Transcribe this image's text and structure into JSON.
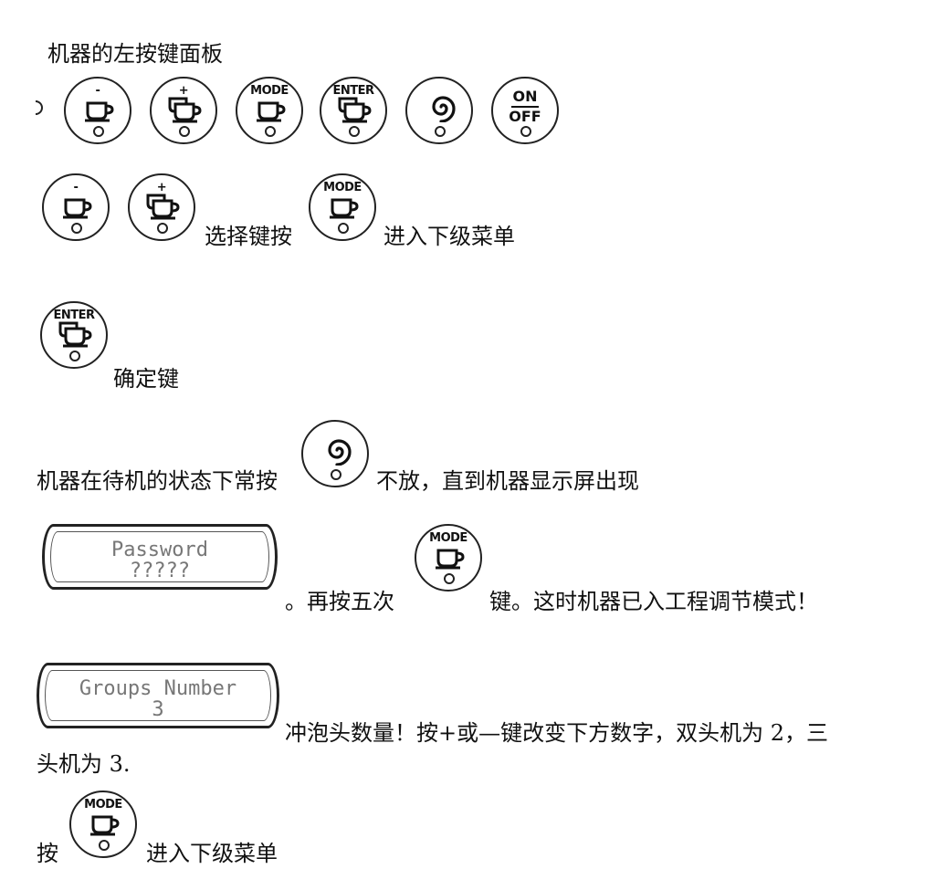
{
  "panel_title": "机器的左按键面板",
  "buttons": {
    "minus": "-",
    "plus": "+",
    "mode": "MODE",
    "enter": "ENTER",
    "on": "ON",
    "off": "OFF"
  },
  "lines": {
    "select_prefix": "选择键按",
    "enter_submenu": "进入下级菜单",
    "confirm": "确定键",
    "standby_prefix": "机器在待机的状态下常按",
    "standby_suffix": "不放，直到机器显示屏出现",
    "password_after": "。再按五次",
    "mode_after": "键。这时机器已入工程调节模式！",
    "groups_desc_1": "冲泡头数量！按+或—键改变下方数字，双头机为 2，三",
    "groups_desc_2": "头机为 3.",
    "press": "按",
    "enter_submenu_2": "进入下级菜单"
  },
  "displays": {
    "password": {
      "line1": "Password",
      "line2": "?????"
    },
    "groups": {
      "line1": "Groups Number",
      "line2": "3"
    }
  },
  "colors": {
    "ink": "#111111",
    "lcd_text": "#777777"
  }
}
